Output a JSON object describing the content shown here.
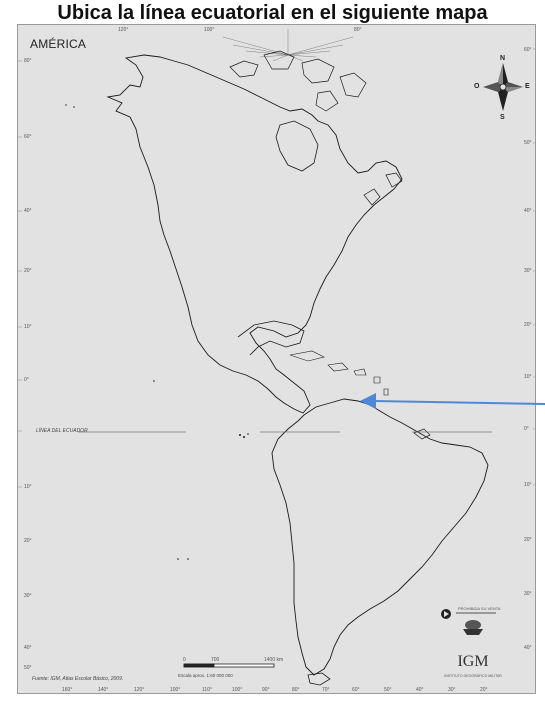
{
  "page": {
    "heading": "Ubica la línea ecuatorial en el siguiente mapa"
  },
  "map": {
    "title": "AMÉRICA",
    "compass": {
      "n": "N",
      "s": "S",
      "e": "E",
      "o": "O"
    },
    "equator_label": "LÍNEA DEL ECUADOR",
    "source_note": "Fuente: IGM, Atlas Escolar Básico, 2009.",
    "scale": {
      "label": "Escala aprox. 1:60 000 000",
      "marks": [
        "0",
        "700",
        "1400 km"
      ]
    },
    "logo": {
      "text": "IGM",
      "subtitle": "INSTITUTO GEOGRÁFICO MILITAR",
      "qr_caption": "PROHIBIDA SU VENTA"
    },
    "lat_ticks_left": [
      "80°",
      "60°",
      "40°",
      "20°",
      "10°",
      "0°",
      "10°",
      "20°",
      "30°",
      "40°",
      "50°"
    ],
    "lat_ticks_right": [
      "60°",
      "50°",
      "40°",
      "30°",
      "20°",
      "10°",
      "0°",
      "10°",
      "20°",
      "30°",
      "40°"
    ],
    "lon_ticks_top": [
      "120°",
      "100°",
      "80°"
    ],
    "lon_ticks_bottom": [
      "160°",
      "140°",
      "120°",
      "100°",
      "110°",
      "100°",
      "90°",
      "80°",
      "70°",
      "60°",
      "50°",
      "40°",
      "30°",
      "20°"
    ]
  },
  "colors": {
    "arrow": "#4f87d6",
    "map_bg": "#e2e2e2",
    "coast": "#1a1a1a"
  }
}
